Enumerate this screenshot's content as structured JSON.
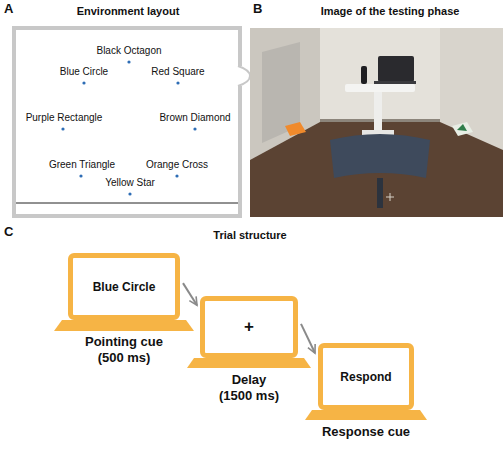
{
  "diagram": {
    "nodes": [
      {
        "text": [
          "Blue Circle",
          "Pointing cue (500 ms)"
        ]
      },
      {
        "text": [
          "+",
          "Delay (1500 ms)"
        ]
      },
      {
        "text": [
          "Respond",
          "Response cue"
        ]
      }
    ],
    "edges": [
      {
        "from": 0,
        "to": 1,
        "arrow": "to"
      },
      {
        "from": 1,
        "to": 2,
        "arrow": "to"
      }
    ],
    "labels": [
      "A",
      "Environment layout",
      "Black Octagon",
      "Blue Circle",
      "Red Square",
      "Purple Rectangle",
      "Brown Diamond",
      "Green Triangle",
      "Orange Cross",
      "Yellow Star",
      "B",
      "Image of the testing phase",
      "C",
      "Trial structure"
    ]
  }
}
